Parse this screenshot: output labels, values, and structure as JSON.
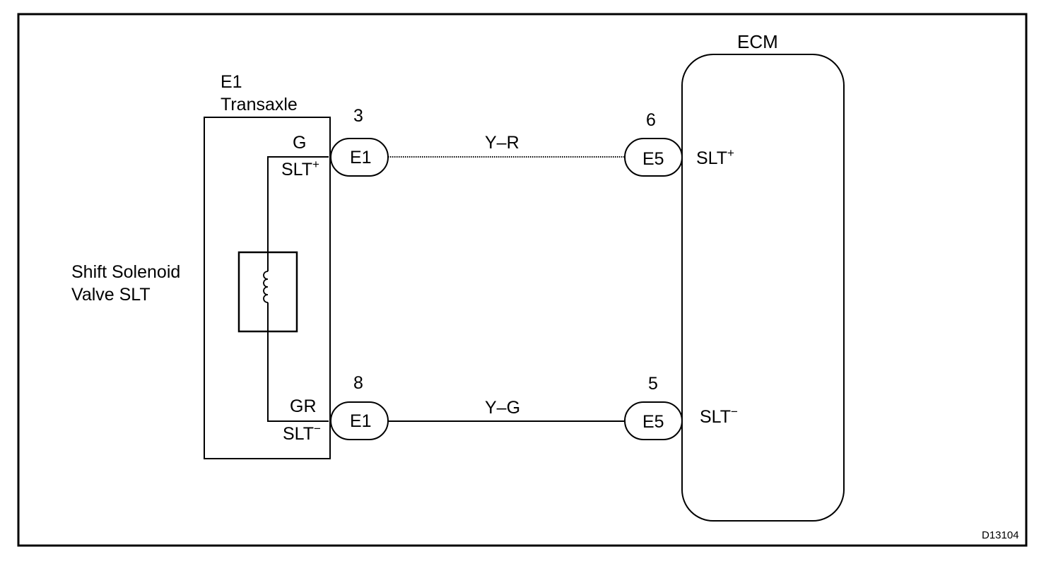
{
  "transaxle": {
    "connector": "E1",
    "name": "Transaxle",
    "pins": [
      {
        "wire_color": "G",
        "signal": "SLT",
        "sign": "+"
      },
      {
        "wire_color": "GR",
        "signal": "SLT",
        "sign": "−"
      }
    ]
  },
  "solenoid": {
    "line1": "Shift Solenoid",
    "line2": "Valve SLT"
  },
  "ecm": {
    "title": "ECM",
    "pins": [
      {
        "signal": "SLT",
        "sign": "+"
      },
      {
        "signal": "SLT",
        "sign": "−"
      }
    ]
  },
  "wires": [
    {
      "from_connector": "E1",
      "from_pin": "3",
      "color": "Y–R",
      "to_connector": "E5",
      "to_pin": "6"
    },
    {
      "from_connector": "E1",
      "from_pin": "8",
      "color": "Y–G",
      "to_connector": "E5",
      "to_pin": "5"
    }
  ],
  "figure_id": "D13104"
}
